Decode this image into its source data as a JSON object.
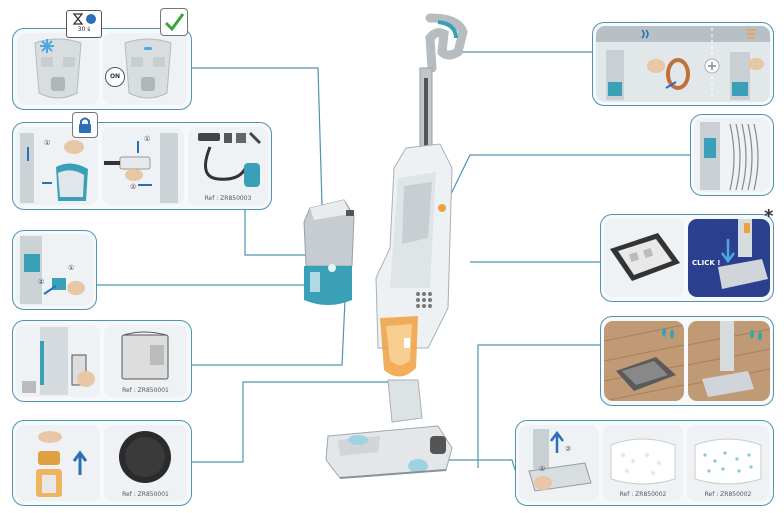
{
  "timer_label": "30 s",
  "on_label": "ON",
  "click_label": "CLICK !",
  "asterisk": "*",
  "step_1": "①",
  "step_2": "②",
  "refs": {
    "accessories_kit": "Ref : ZR850003",
    "water_filter": "Ref : ZR850001",
    "disc_filter": "Ref : ZR850001",
    "mop_pad_1": "Ref : ZR850002",
    "mop_pad_2": "Ref : ZR850002"
  },
  "colors": {
    "frame": "#4f94b4",
    "teal": "#3aa0b8",
    "orange": "#f0a040",
    "check": "#3aa537",
    "floor_wood": "#c09a75",
    "floor_blue": "#2b3f8f"
  },
  "icons": [
    "hourglass-icon",
    "info-icon",
    "check-icon",
    "lock-icon",
    "steam-icon",
    "drop-icon",
    "plus-icon",
    "arrow-up-icon"
  ]
}
